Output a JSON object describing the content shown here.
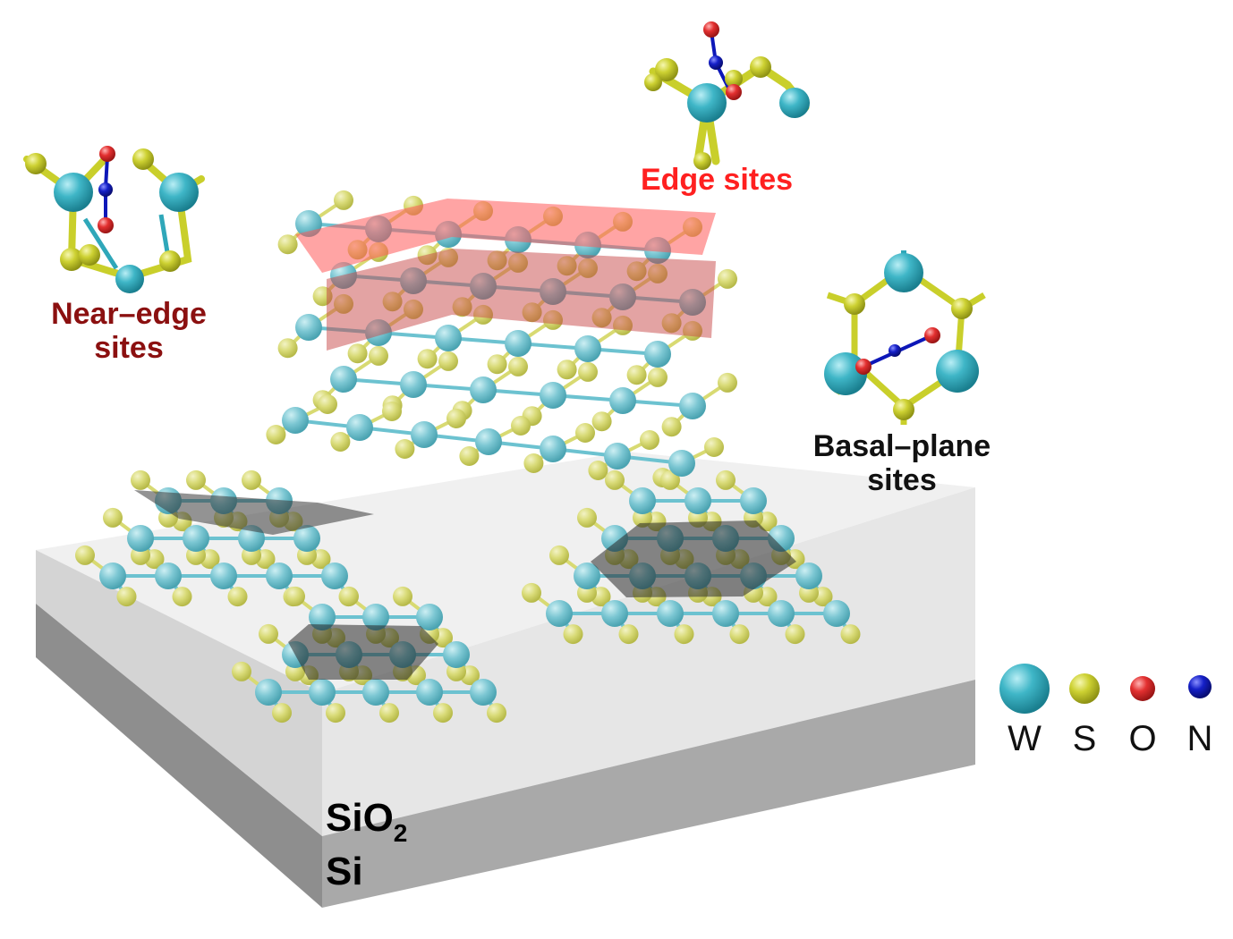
{
  "colors": {
    "W": "#2fa7b9",
    "S": "#c9cf2b",
    "O": "#e53030",
    "N": "#0d17b8",
    "bond_W": "#6cc2d0",
    "bond_S": "#d8da72",
    "edge_highlight": "#ff5a5a",
    "basal_highlight": "#333333",
    "near_edge_text": "#8b1010",
    "edge_text": "#ff2020",
    "basal_text": "#111111",
    "sio2_top": "#f1f1f1",
    "sio2_side": "#e2e2e2",
    "si_side": "#a8a8a8"
  },
  "labels": {
    "near_edge": [
      "Near–edge",
      "sites"
    ],
    "edge": "Edge sites",
    "basal": [
      "Basal–plane",
      "sites"
    ]
  },
  "substrate": {
    "sio2_main": "SiO",
    "sio2_sub": "2",
    "si": "Si"
  },
  "legend": [
    {
      "element": "W",
      "color_key": "W",
      "icon": "w-atom-icon"
    },
    {
      "element": "S",
      "color_key": "S",
      "icon": "s-atom-icon"
    },
    {
      "element": "O",
      "color_key": "O",
      "icon": "o-atom-icon"
    },
    {
      "element": "N",
      "color_key": "N",
      "icon": "n-atom-icon"
    }
  ]
}
